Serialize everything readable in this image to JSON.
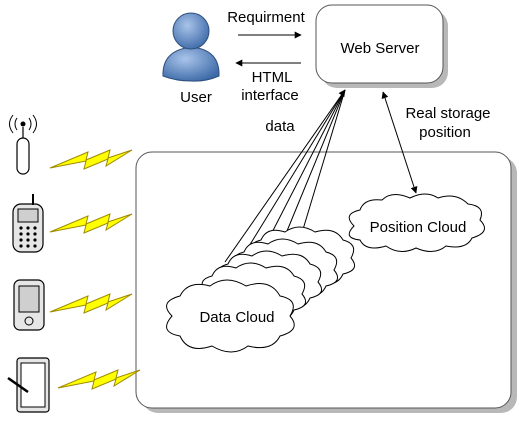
{
  "nodes": {
    "user": {
      "label": "User"
    },
    "web_server": {
      "label": "Web Server"
    },
    "data_cloud": {
      "label": "Data Cloud"
    },
    "position_cloud": {
      "label": "Position Cloud"
    }
  },
  "edges": {
    "requirement": {
      "label": "Requirment"
    },
    "html_interface": {
      "label_line1": "HTML",
      "label_line2": "interface"
    },
    "data": {
      "label": "data"
    },
    "real_storage": {
      "label_line1": "Real storage",
      "label_line2": "position"
    }
  },
  "devices": [
    "antenna-icon",
    "mobile-phone-icon",
    "pda-icon",
    "tablet-pen-icon"
  ],
  "colors": {
    "user_body": "#4f7fbf",
    "lightning": "#ffff00",
    "lightning_outline": "#a08a00",
    "shadow": "#b8b8b8"
  }
}
